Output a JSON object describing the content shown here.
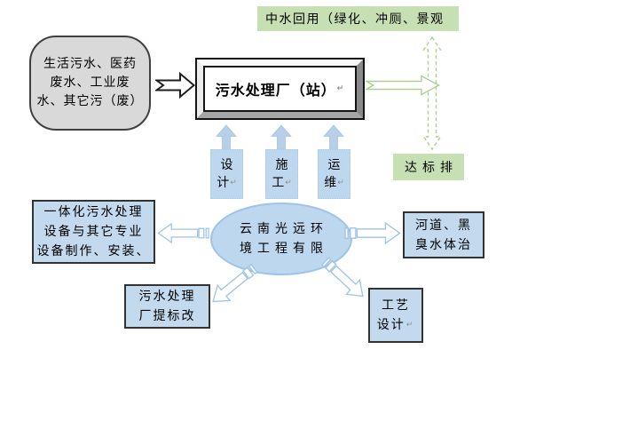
{
  "diagram": {
    "return_mark": "↵",
    "source_box": {
      "lines": [
        "生活污水、医药",
        "废水、工业废",
        "水、其它污（废）"
      ]
    },
    "plant_box": {
      "label": "污水处理厂（站）"
    },
    "reuse_box": {
      "label": "中水回用（绿化、冲厕、景观"
    },
    "discharge_box": {
      "label": "达标排"
    },
    "services": [
      {
        "line1": "设",
        "line2": "计"
      },
      {
        "line1": "施",
        "line2": "工"
      },
      {
        "line1": "运",
        "line2": "维"
      }
    ],
    "company": {
      "lines": [
        "云南光远环",
        "境工程有限"
      ]
    },
    "equipment_box": {
      "lines": [
        "一体化污水处理",
        "设备与其它专业",
        "设备制作、安装、"
      ]
    },
    "river_box": {
      "lines": [
        "河道、黑",
        "臭水体治"
      ]
    },
    "upgrade_box": {
      "lines": [
        "污水处理",
        "厂提标改"
      ]
    },
    "process_box": {
      "lines": [
        "工艺",
        "设计"
      ]
    },
    "colors": {
      "light_green_fill": "#c6e0b4",
      "green_arrow_outline": "#a9d08e",
      "light_blue_fill": "#bdd7ee",
      "box_blue_fill": "#c3d9ed",
      "blue_arrow_outline": "#9dc3e6",
      "gray_fill": "#d9d9d9",
      "dark_border": "#404040"
    }
  }
}
